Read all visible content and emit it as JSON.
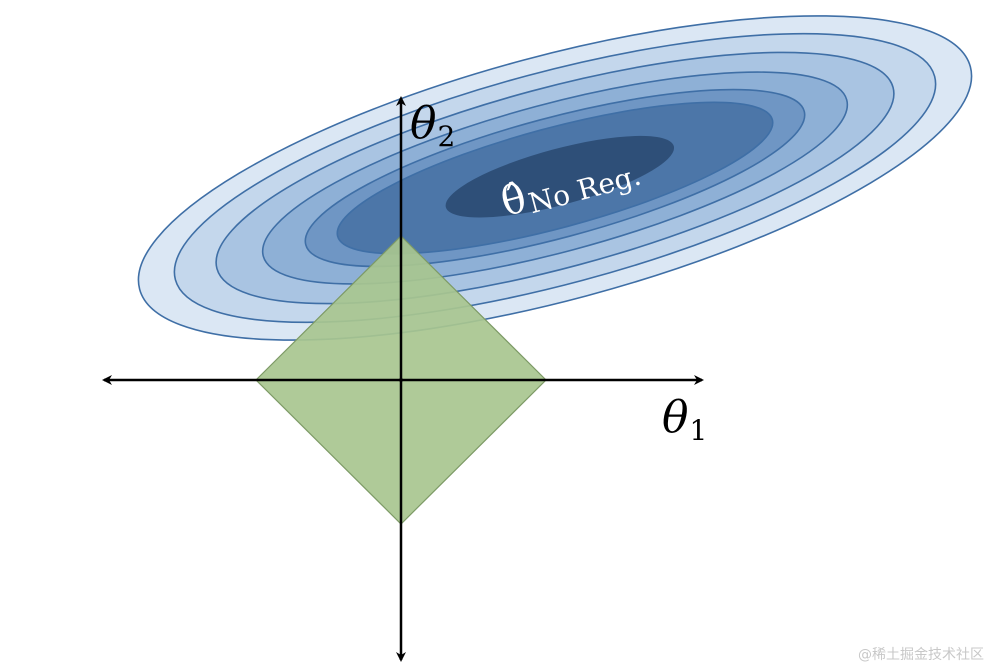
{
  "axes": {
    "x_label_symbol": "θ",
    "x_label_subscript": "1",
    "y_label_symbol": "θ",
    "y_label_subscript": "2"
  },
  "optimum": {
    "symbol": "θ̂",
    "subscript": "No Reg."
  },
  "colors": {
    "contour_fills": [
      "#dbe7f4",
      "#c4d7ec",
      "#a9c4e2",
      "#8eb0d6",
      "#6f96c4",
      "#4c76a8"
    ],
    "contour_stroke": "#3f6fa6",
    "center_fill": "#2e4f78",
    "constraint_fill": "#a8c68f",
    "constraint_stroke": "#7d9a66",
    "axis": "#000000"
  },
  "watermark": "@稀土掘金技术社区"
}
